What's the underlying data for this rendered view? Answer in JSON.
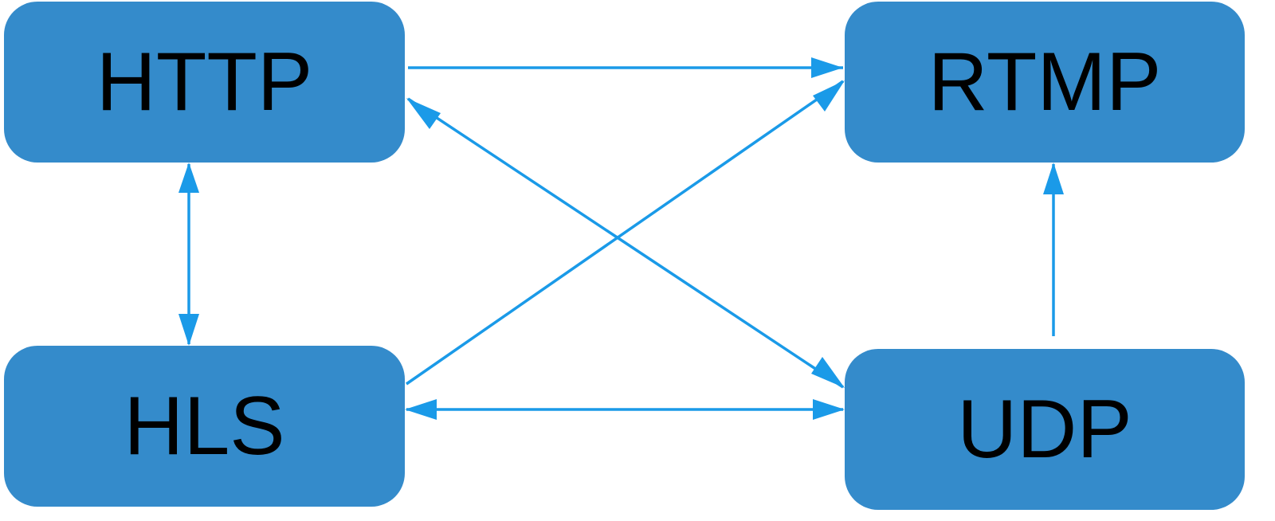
{
  "colors": {
    "node_fill": "#348bcb",
    "edge": "#1a9ae8",
    "text": "#000000"
  },
  "nodes": {
    "http": {
      "label": "HTTP"
    },
    "rtmp": {
      "label": "RTMP"
    },
    "hls": {
      "label": "HLS"
    },
    "udp": {
      "label": "UDP"
    }
  },
  "edges": [
    {
      "from": "HTTP",
      "to": "RTMP",
      "direction": "forward"
    },
    {
      "from": "HTTP",
      "to": "HLS",
      "direction": "both"
    },
    {
      "from": "HTTP",
      "to": "UDP",
      "direction": "both"
    },
    {
      "from": "HLS",
      "to": "RTMP",
      "direction": "forward"
    },
    {
      "from": "HLS",
      "to": "UDP",
      "direction": "both"
    },
    {
      "from": "UDP",
      "to": "RTMP",
      "direction": "forward"
    }
  ]
}
